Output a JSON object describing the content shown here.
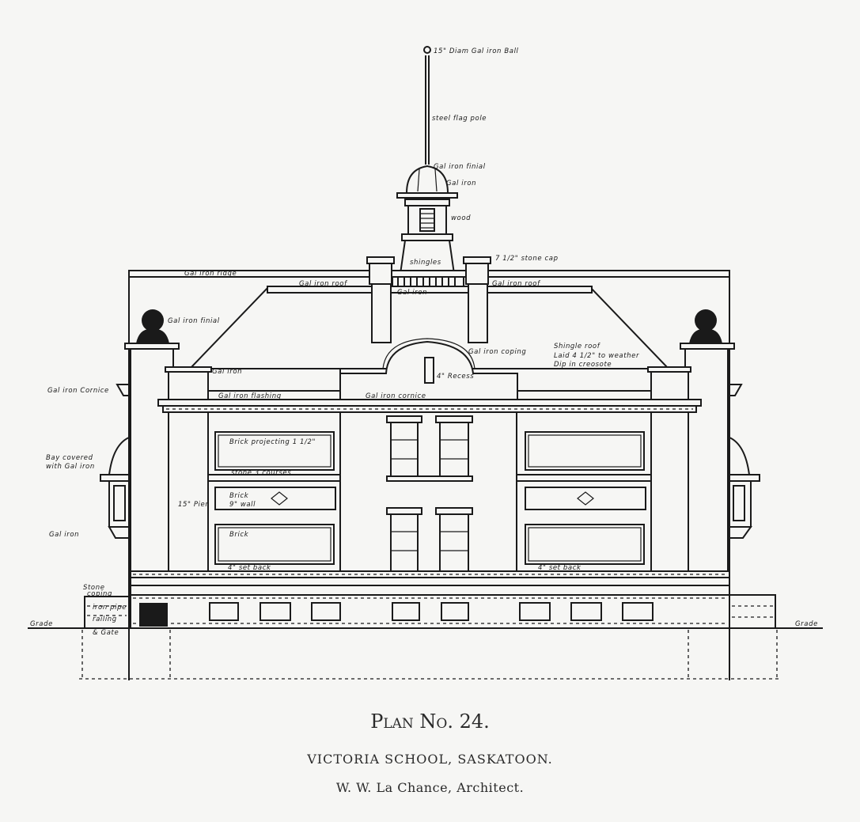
{
  "caption": {
    "plan_number": "Plan No. 24.",
    "title": "VICTORIA SCHOOL, SASKATOON.",
    "architect": "W. W. La Chance, Architect."
  },
  "annotations": {
    "ball": "15\" Diam Gal iron Ball",
    "flagpole": "steel flag pole",
    "cupola_finial": "Gal iron finial",
    "dome": "Gal iron",
    "lantern": "wood",
    "cupola_base": "shingles",
    "stone_cap": "7 1/2\" stone cap",
    "ridge": "Gal iron ridge",
    "roof_left": "Gal iron roof",
    "roof_right": "Gal iron roof",
    "balustrade": "Gal iron",
    "tower_finial": "Gal iron finial",
    "coping": "Gal iron coping",
    "shingle_1": "Shingle roof",
    "shingle_2": "Laid 4 1/2\" to weather",
    "shingle_3": "Dip in creosote",
    "tower_cap": "Gal iron",
    "recess": "4\" Recess",
    "cornice_side": "Gal iron Cornice",
    "flashing": "Gal iron flashing",
    "cornice_main": "Gal iron cornice",
    "bay_1": "Bay covered",
    "bay_2": "with Gal iron",
    "brick_proj": "Brick projecting 1 1/2\"",
    "stone_courses": "stone 3 courses",
    "pier": "15\" Pier",
    "brick_wall_1": "Brick",
    "brick_wall_2": "9\" wall",
    "brick": "Brick",
    "bracket": "Gal iron",
    "setback_left": "4\" set back",
    "setback_right": "4\" set back",
    "stone_coping_1": "Stone",
    "stone_coping_2": "coping",
    "iron_pipe": "iron pipe",
    "railing": "railing",
    "gate": "& Gate",
    "grade_left": "Grade",
    "grade_right": "Grade"
  }
}
